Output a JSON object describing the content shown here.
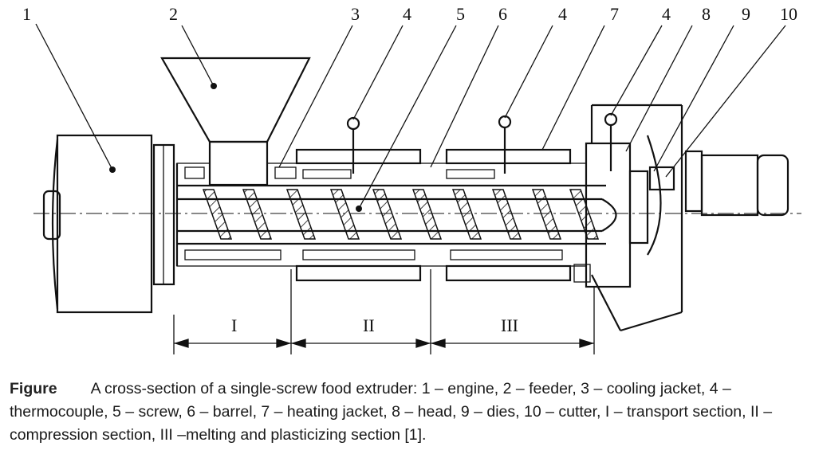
{
  "labels": {
    "n1": "1",
    "n2": "2",
    "n3": "3",
    "n4a": "4",
    "n5": "5",
    "n6": "6",
    "n4b": "4",
    "n7": "7",
    "n4c": "4",
    "n8": "8",
    "n9": "9",
    "n10": "10"
  },
  "sections": {
    "s1": "I",
    "s2": "II",
    "s3": "III"
  },
  "caption": {
    "label": "Figure",
    "text": "A cross-section of a single-screw food extruder: 1 – engine, 2 – feeder, 3 – cooling jacket, 4 – thermocouple, 5 – screw, 6 – barrel, 7 – heating jacket, 8 – head, 9 – dies, 10 – cutter, I – transport section, II – compression section, III –melting and plasticizing section [1]."
  }
}
